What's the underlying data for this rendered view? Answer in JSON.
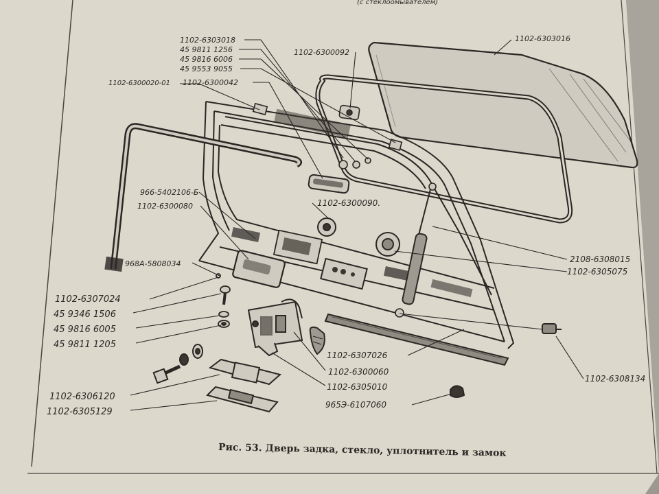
{
  "page": {
    "header_snippet": "(с стеклоомывателем)",
    "caption": "Рис. 53. Дверь задка, стекло, уплотнитель и замок"
  },
  "colors": {
    "paper": "#dcd8cc",
    "ink": "#2a2724",
    "shadow": "#8f8b82"
  },
  "labels": {
    "l01": "1102-6303018",
    "l02": "45 9811 1256",
    "l03": "45 9816 6006",
    "l04": "45 9553 9055",
    "l05": "1102-6300042",
    "l06": "1102-6300020-01",
    "l07": "1102-6300092",
    "l08": "1102-6303016",
    "l09": "966-5402106-Б",
    "l10": "1102-6300080",
    "l11": "1102-6300090.",
    "l12": "968А-5808034",
    "l13": "2108-6308015",
    "l14": "1102-6305075",
    "l15": "1102-6307024",
    "l16": "45 9346 1506",
    "l17": "45 9816 6005",
    "l18": "45 9811 1205",
    "l19": "1102-6307026",
    "l20": "1102-6300060",
    "l21": "1102-6305010",
    "l22": "965Э-6107060",
    "l23": "1102-6306120",
    "l24": "1102-6305129",
    "l25": "1102-6308134"
  }
}
